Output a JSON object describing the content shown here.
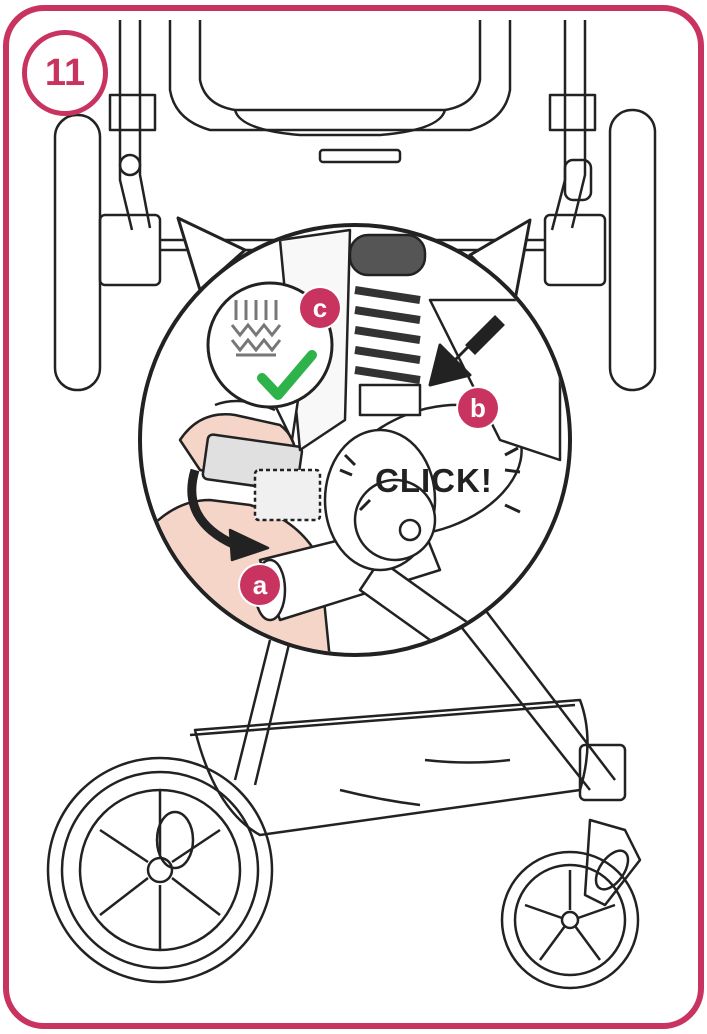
{
  "step": {
    "number": "11"
  },
  "callouts": {
    "a": "a",
    "b": "b",
    "c": "c"
  },
  "sound_label": "CLICK!",
  "colors": {
    "accent": "#c8335f",
    "check": "#2db34a",
    "skin": "#f4d5c8",
    "line": "#222222"
  },
  "icons": [
    "checkmark-icon",
    "push-arrow-icon",
    "rotate-arrow-icon",
    "spring-icon"
  ]
}
